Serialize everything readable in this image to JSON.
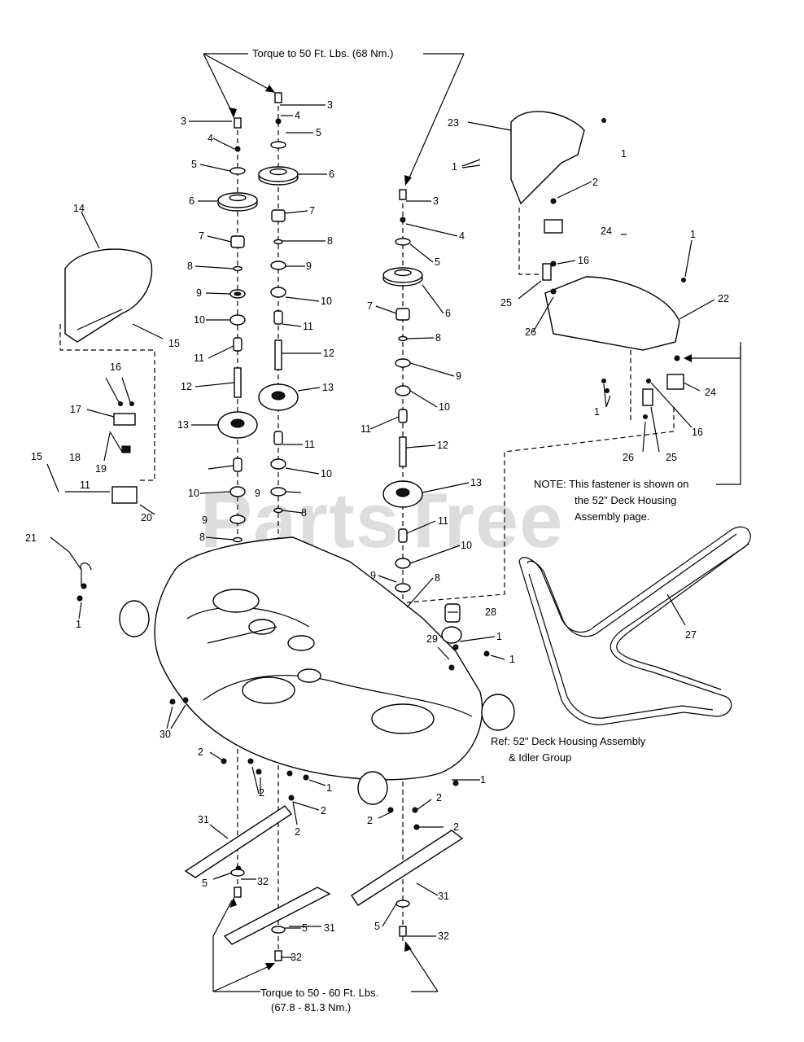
{
  "diagram": {
    "watermark": "PartsTree",
    "notes": {
      "torque_top": "Torque to 50 Ft. Lbs. (68 Nm.)",
      "torque_bottom_1": "Torque to 50 - 60 Ft. Lbs.",
      "torque_bottom_2": "(67.8 - 81.3 Nm.)",
      "fastener_note_1": "NOTE: This fastener is shown on",
      "fastener_note_2": "the 52\" Deck Housing",
      "fastener_note_3": "Assembly page.",
      "ref_1": "Ref: 52\" Deck Housing Assembly",
      "ref_2": "& Idler Group"
    },
    "callouts": [
      "3",
      "4",
      "5",
      "6",
      "7",
      "8",
      "9",
      "10",
      "11",
      "12",
      "13",
      "3",
      "4",
      "5",
      "6",
      "7",
      "8",
      "9",
      "10",
      "11",
      "12",
      "13",
      "11",
      "10",
      "9",
      "8",
      "3",
      "4",
      "5",
      "6",
      "7",
      "8",
      "9",
      "10",
      "11",
      "12",
      "13",
      "11",
      "10",
      "9",
      "8",
      "10",
      "9",
      "8",
      "11",
      "14",
      "15",
      "16",
      "17",
      "19",
      "15",
      "18",
      "20",
      "21",
      "1",
      "23",
      "1",
      "1",
      "2",
      "24",
      "16",
      "25",
      "26",
      "1",
      "22",
      "1",
      "24",
      "16",
      "26",
      "25",
      "27",
      "28",
      "29",
      "1",
      "1",
      "30",
      "2",
      "2",
      "1",
      "2",
      "2",
      "1",
      "2",
      "2",
      "2",
      "31",
      "5",
      "32",
      "31",
      "5",
      "32",
      "31",
      "5",
      "32"
    ]
  }
}
